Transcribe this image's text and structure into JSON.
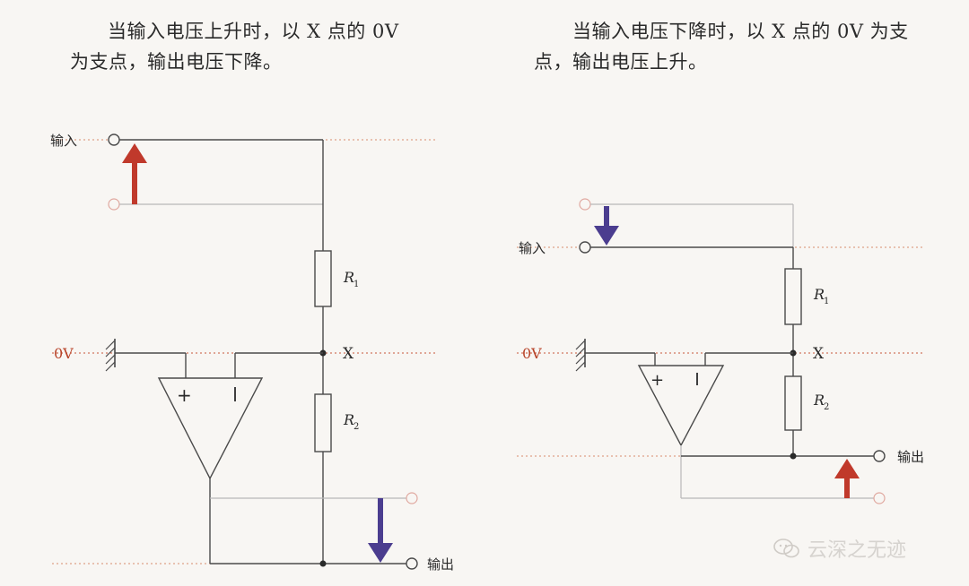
{
  "captions": {
    "left_line1": "当输入电压上升时，以 X 点的 0V",
    "left_line2": "为支点，输出电压下降。",
    "right_line1": "当输入电压下降时，以 X 点的 0V 为支",
    "right_line2": "点，输出电压上升。"
  },
  "labels": {
    "input": "输入",
    "output": "输出",
    "zero_v": "0V",
    "node_x": "X",
    "r_letter": "R",
    "r1_sub": "1",
    "r2_sub": "2",
    "plus": "+",
    "minus": "−"
  },
  "watermark": "云深之无迹",
  "colors": {
    "wire": "#4a4a4a",
    "guide": "#d98c6e",
    "ground_line": "#c8553a",
    "up_arrow": "#c0392b",
    "down_arrow": "#4b3d8f",
    "ghost_wire": "#b8b8b8"
  }
}
